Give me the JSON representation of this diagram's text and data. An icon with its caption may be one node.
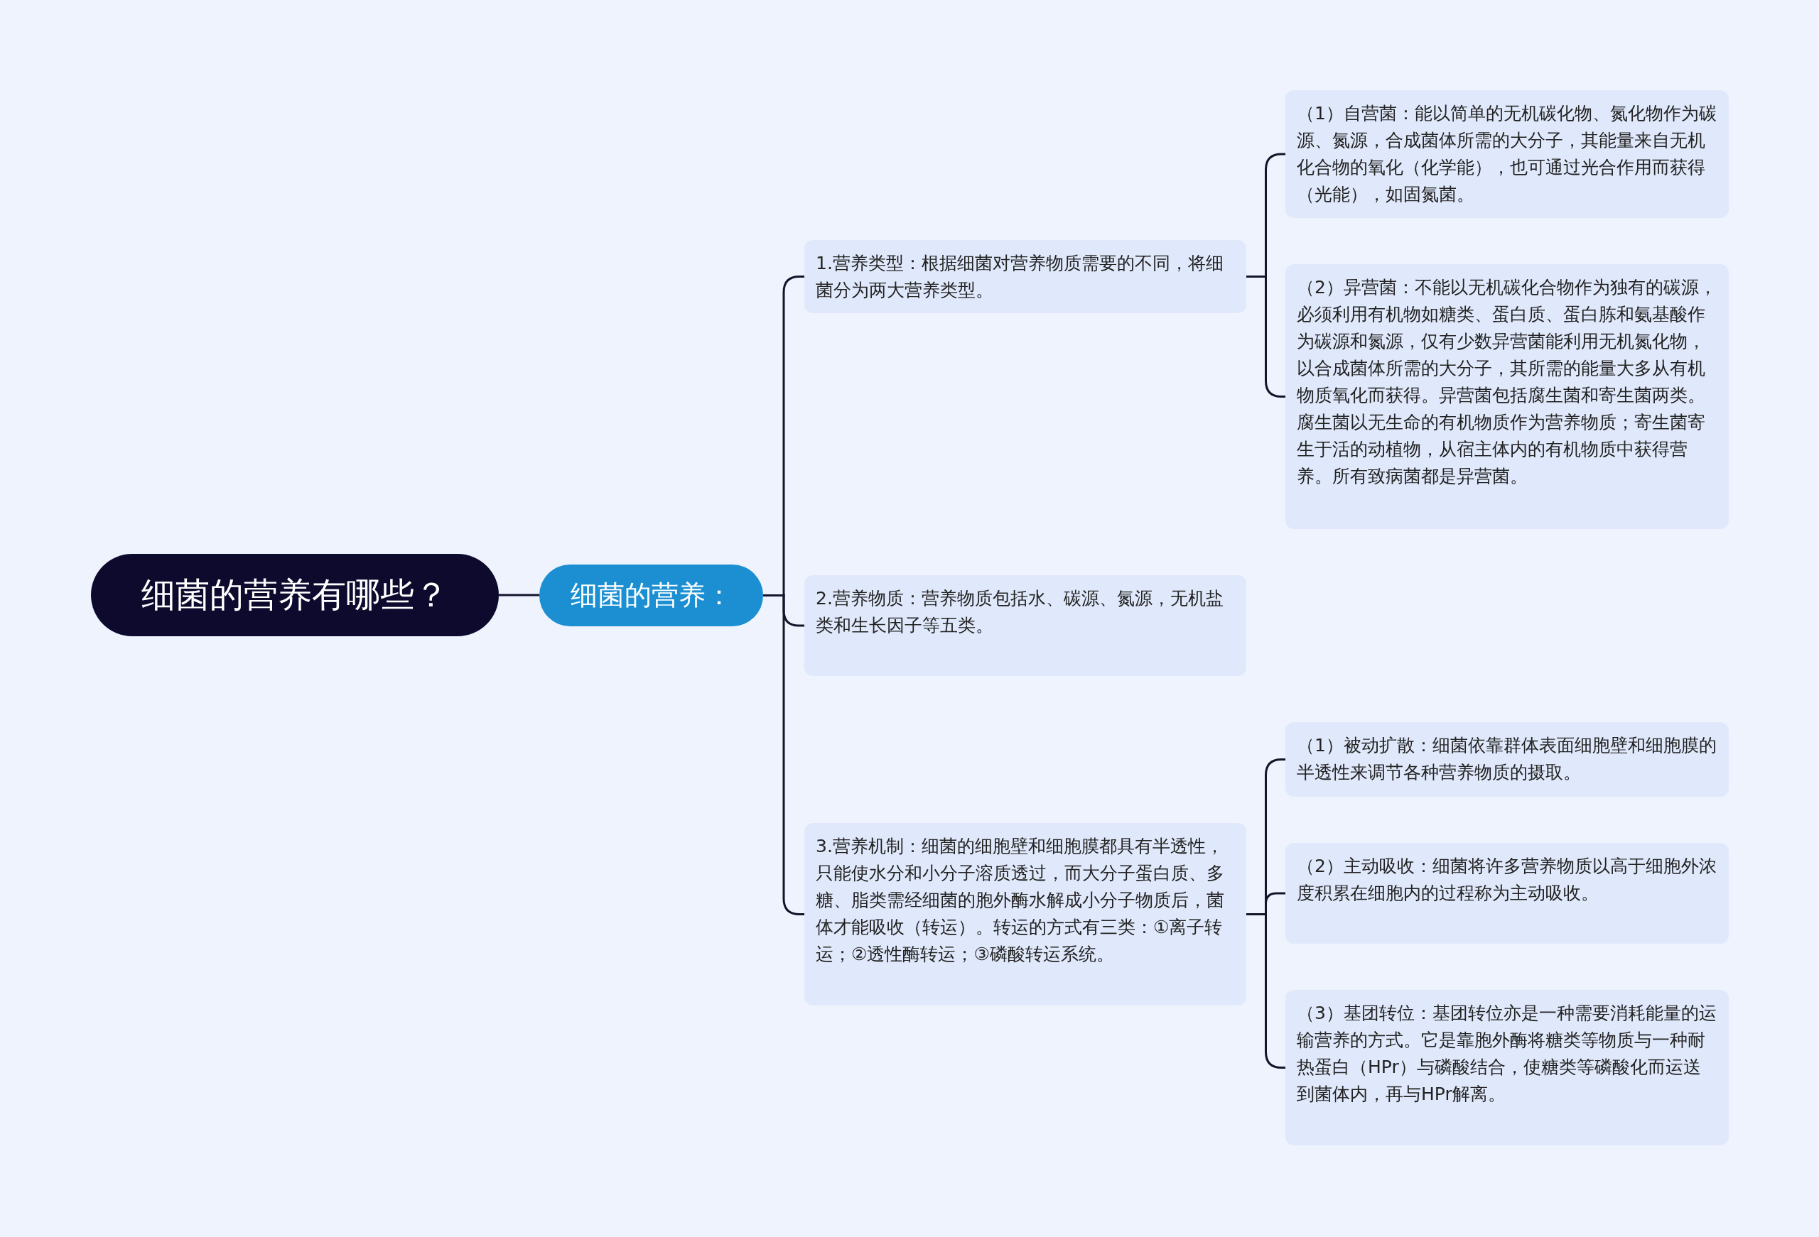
{
  "diagram": {
    "nodes": [
      {
        "text": [
          "细菌的营养有哪些？"
        ]
      },
      {
        "text": [
          "细菌的营养："
        ]
      },
      {
        "text": [
          "1.营养类型：根据细菌对营养物质需要的不同，将细菌分为两大营养类型。"
        ]
      },
      {
        "text": [
          "2.营养物质：营养物质包括水、碳源、氮源，无机盐类和生长因子等五类。"
        ]
      },
      {
        "text": [
          "3.营养机制：细菌的细胞壁和细胞膜都具有半透性，只能使水分和小分子溶质透过，而大分子蛋白质、多糖、脂类需经细菌的胞外酶水解成小分子物质后，菌体才能吸收（转运）。转运的方式有三类：①离子转运；②透性酶转运；③磷酸转运系统。"
        ]
      },
      {
        "text": [
          "（1）自营菌：能以简单的无机碳化物、氮化物作为碳源、氮源，合成菌体所需的大分子，其能量来自无机化合物的氧化（化学能），也可通过光合作用而获得（光能），如固氮菌。"
        ]
      },
      {
        "text": [
          "（2）异营菌：不能以无机碳化合物作为独有的碳源，必须利用有机物如糖类、蛋白质、蛋白胨和氨基酸作为碳源和氮源，仅有少数异营菌能利用无机氮化物，以合成菌体所需的大分子，其所需的能量大多从有机物质氧化而获得。异营菌包括腐生菌和寄生菌两类。腐生菌以无生命的有机物质作为营养物质；寄生菌寄生于活的动植物，从宿主体内的有机物质中获得营养。所有致病菌都是异营菌。"
        ]
      },
      {
        "text": [
          "（1）被动扩散：细菌依靠群体表面细胞壁和细胞膜的半透性来调节各种营养物质的摄取。"
        ]
      },
      {
        "text": [
          "（2）主动吸收：细菌将许多营养物质以高于细胞外浓度积累在细胞内的过程称为主动吸收。"
        ]
      },
      {
        "text": [
          "（3）基团转位：基团转位亦是一种需要消耗能量的运输营养的方式。它是靠胞外酶将糖类等物质与一种耐热蛋白（HPr）与磷酸结合，使糖类等磷酸化而运送到菌体内，再与HPr解离。"
        ]
      }
    ],
    "edges": [
      {
        "from": 0,
        "to": 1,
        "arrow": "none"
      },
      {
        "from": 1,
        "to": 2,
        "arrow": "none"
      },
      {
        "from": 1,
        "to": 3,
        "arrow": "none"
      },
      {
        "from": 1,
        "to": 4,
        "arrow": "none"
      },
      {
        "from": 2,
        "to": 5,
        "arrow": "none"
      },
      {
        "from": 2,
        "to": 6,
        "arrow": "none"
      },
      {
        "from": 4,
        "to": 7,
        "arrow": "none"
      },
      {
        "from": 4,
        "to": 8,
        "arrow": "none"
      },
      {
        "from": 4,
        "to": 9,
        "arrow": "none"
      }
    ]
  }
}
